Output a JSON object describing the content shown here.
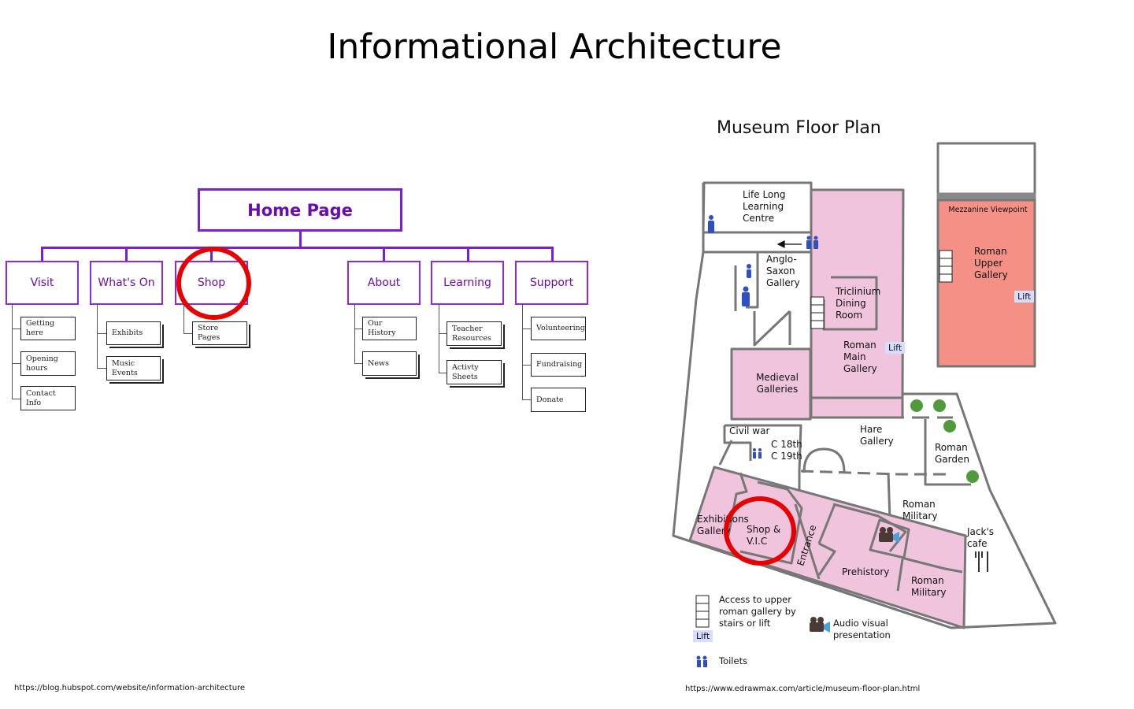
{
  "page": {
    "title": "Informational Architecture"
  },
  "sitemap": {
    "home": "Home Page",
    "sections": [
      {
        "label": "Visit",
        "children": [
          "Getting here",
          "Opening hours",
          "Contact Info"
        ]
      },
      {
        "label": "What's On",
        "children": [
          "Exhibits",
          "Music Events"
        ]
      },
      {
        "label": "Shop",
        "children": [
          "Store Pages"
        ]
      },
      {
        "label": "About",
        "children": [
          "Our History",
          "News"
        ]
      },
      {
        "label": "Learning",
        "children": [
          "Teacher Resources",
          "Activty Sheets"
        ]
      },
      {
        "label": "Support",
        "children": [
          "Volunteering",
          "Fundraising",
          "Donate"
        ]
      }
    ],
    "source": "https://blog.hubspot.com/website/information-architecture"
  },
  "floor_plan": {
    "title": "Museum Floor Plan",
    "rooms": {
      "life_long": "Life Long Learning Centre",
      "anglo_saxon": "Anglo-Saxon Gallery",
      "triclinium": "Triclinium Dining Room",
      "roman_main": "Roman Main Gallery",
      "medieval": "Medieval Galleries",
      "civil_war": "Civil war",
      "c18": "C 18th",
      "c19": "C 19th",
      "hare": "Hare Gallery",
      "roman_garden": "Roman Garden",
      "roman_military_1": "Roman Military",
      "roman_military_2": "Roman Military",
      "jacks_cafe": "Jack's cafe",
      "exhibitions": "Exhibitions Gallery",
      "shop": "Shop & V.I.C",
      "entrance": "Entrance",
      "prehistory": "Prehistory",
      "mezzanine": "Mezzanine Viewpoint",
      "roman_upper": "Roman Upper Gallery"
    },
    "lift_label": "Lift",
    "legend": {
      "access": "Access to upper roman gallery by stairs or lift",
      "lift": "Lift",
      "audio": "Audio visual presentation",
      "toilets": "Toilets"
    },
    "colors": {
      "gallery_pink": "#f0c4dc",
      "upper_red": "#f59086",
      "wall": "#777777",
      "highlight_ring": "#e60000",
      "sitemap_purple": "#7a1fd6"
    },
    "source": "https://www.edrawmax.com/article/museum-floor-plan.html"
  }
}
